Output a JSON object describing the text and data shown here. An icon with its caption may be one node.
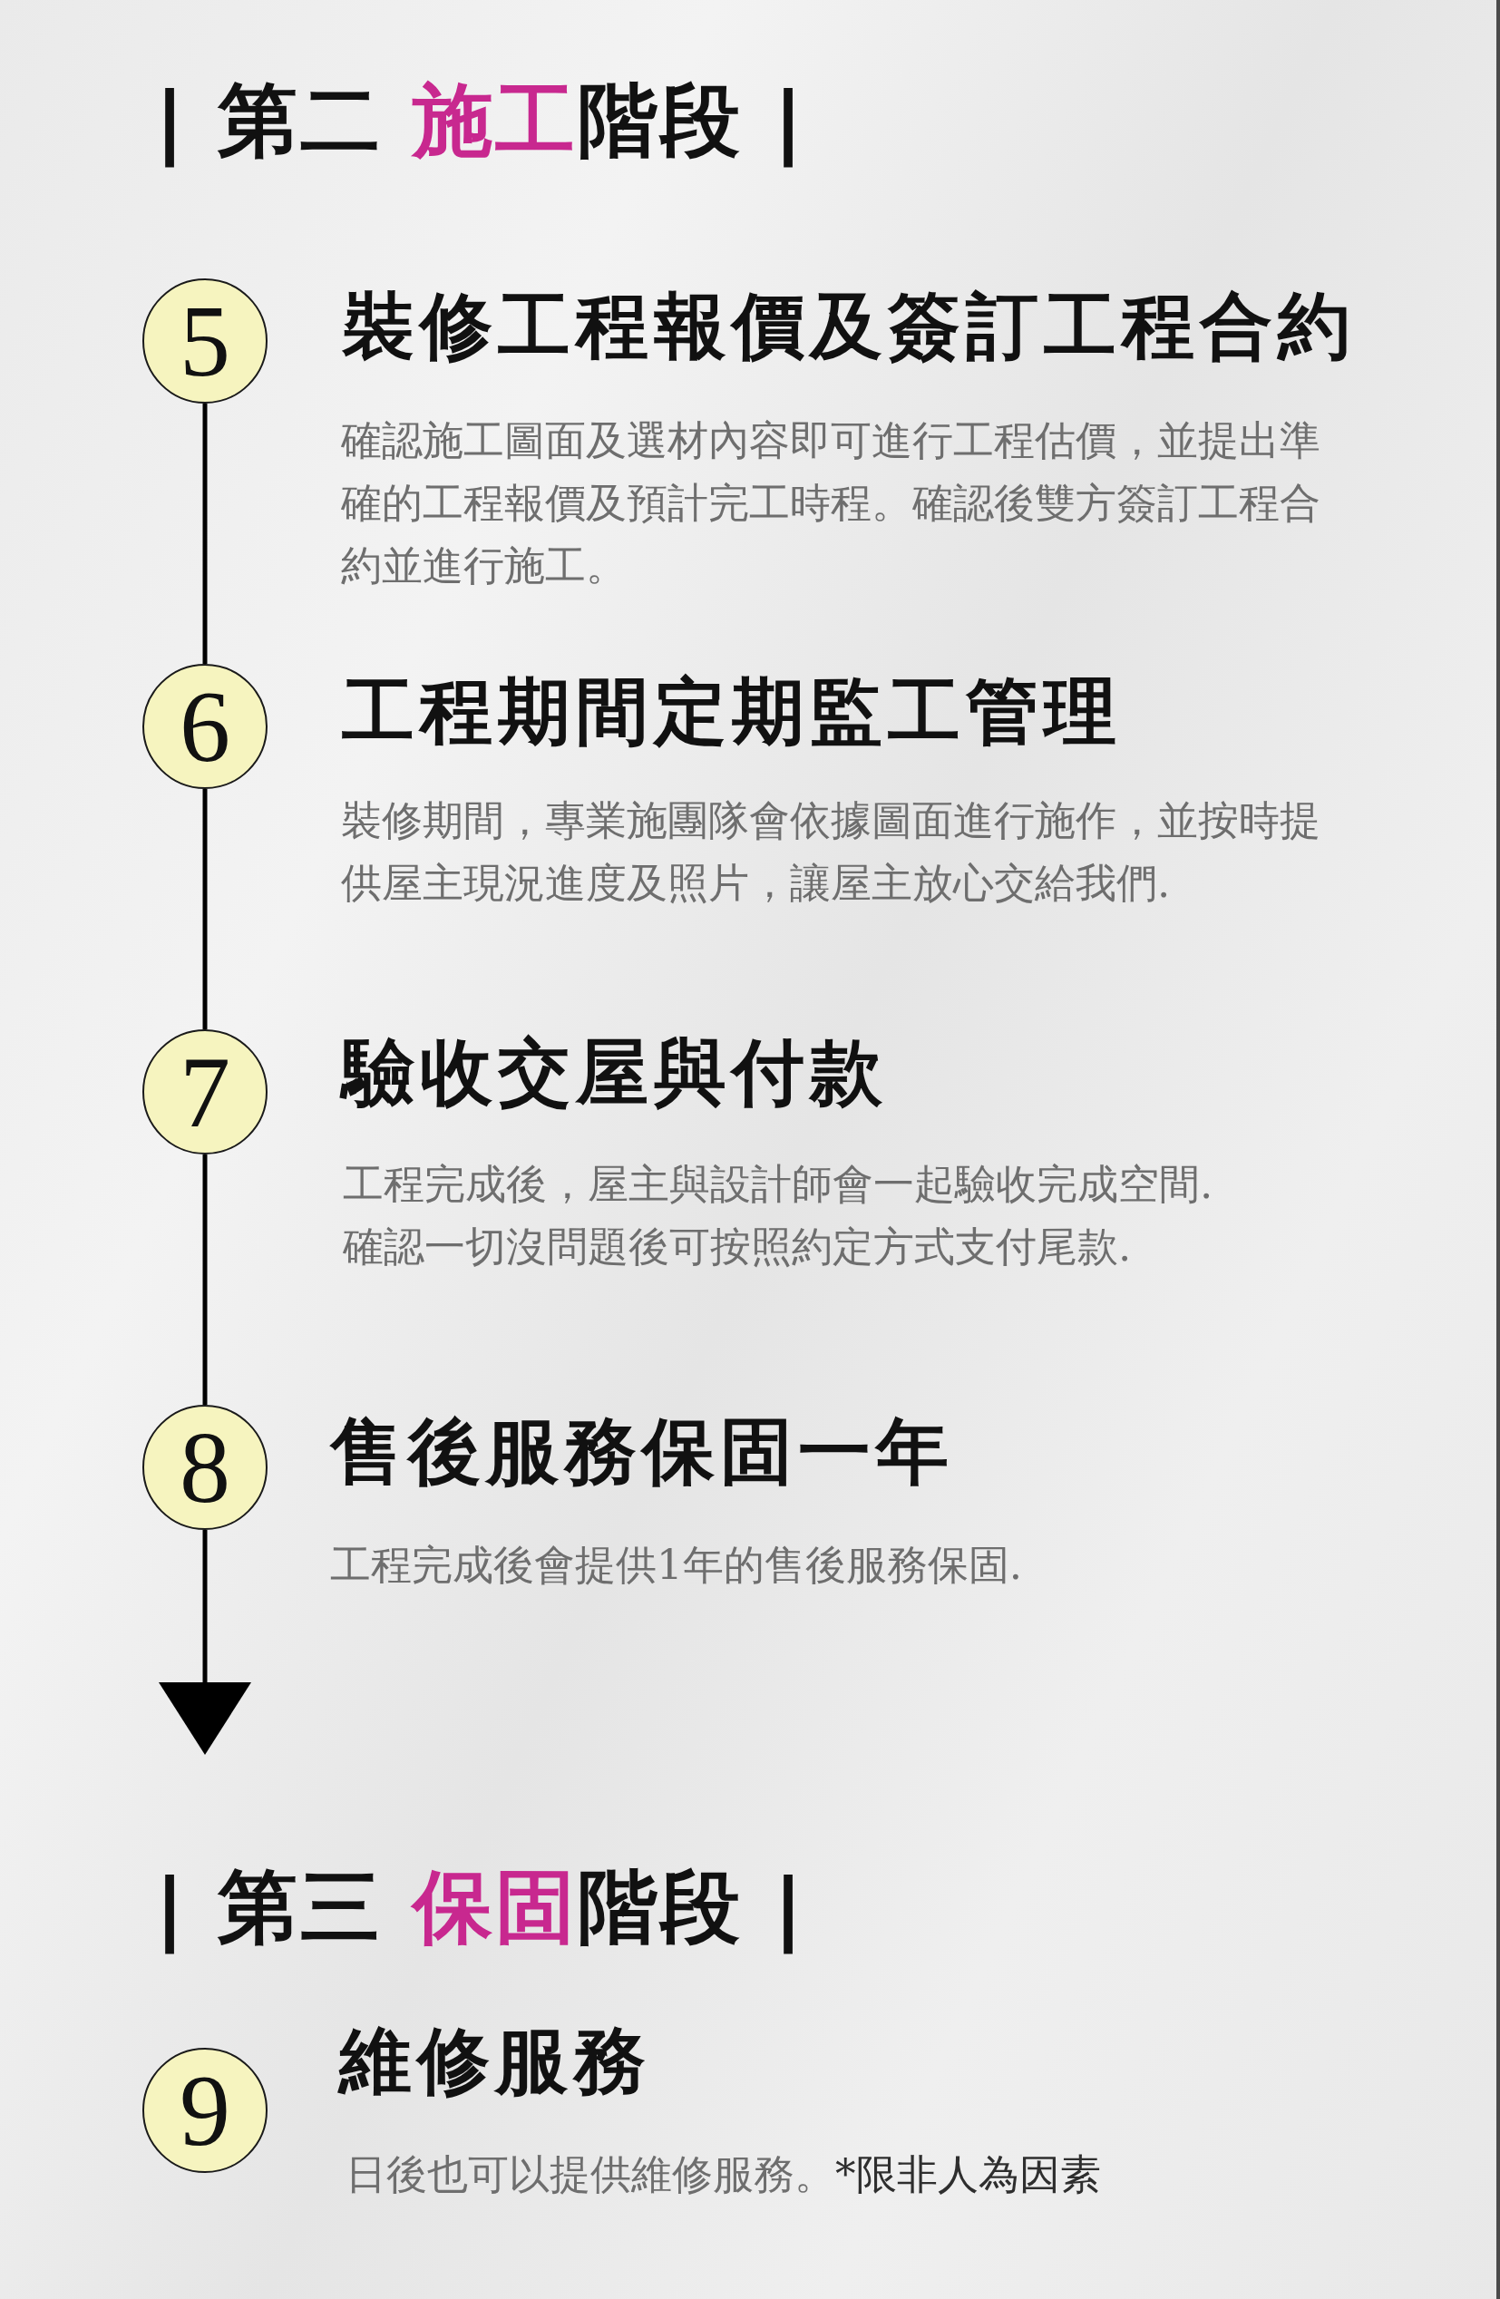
{
  "diagram": {
    "nodes": [
      {
        "text": [
          "5"
        ],
        "beside": [
          "裝修工程報價及簽訂工程合約",
          "確認施工圖面及選材內容即可進行工程估價，並提出準確的工程報價及預計完工時程。確認後雙方簽訂工程合約並進行施工。"
        ]
      },
      {
        "text": [
          "6"
        ],
        "beside": [
          "工程期間定期監工管理",
          "裝修期間，專業施團隊會依據圖面進行施作，並按時提供屋主現況進度及照片，讓屋主放心交給我們."
        ]
      },
      {
        "text": [
          "7"
        ],
        "beside": [
          "驗收交屋與付款",
          "工程完成後，屋主與設計師會一起驗收完成空間.確認一切沒問題後可按照約定方式支付尾款."
        ]
      },
      {
        "text": [
          "8"
        ],
        "beside": [
          "售後服務保固一年",
          "工程完成後會提供1年的售後服務保固."
        ]
      },
      {
        "text": [
          "9"
        ],
        "beside": [
          "維修服務",
          "日後也可以提供維修服務。",
          "*限非人為因素"
        ]
      }
    ],
    "edges": [
      {
        "from": 0,
        "to": 1,
        "arrow": "none"
      },
      {
        "from": 1,
        "to": 2,
        "arrow": "none"
      },
      {
        "from": 2,
        "to": 3,
        "arrow": "none"
      },
      {
        "from": 3,
        "to": null,
        "arrow": "to"
      }
    ],
    "labels": [
      "| 第二 **施工**階段 |",
      "| 第三 **保固**階段 |"
    ]
  }
}
